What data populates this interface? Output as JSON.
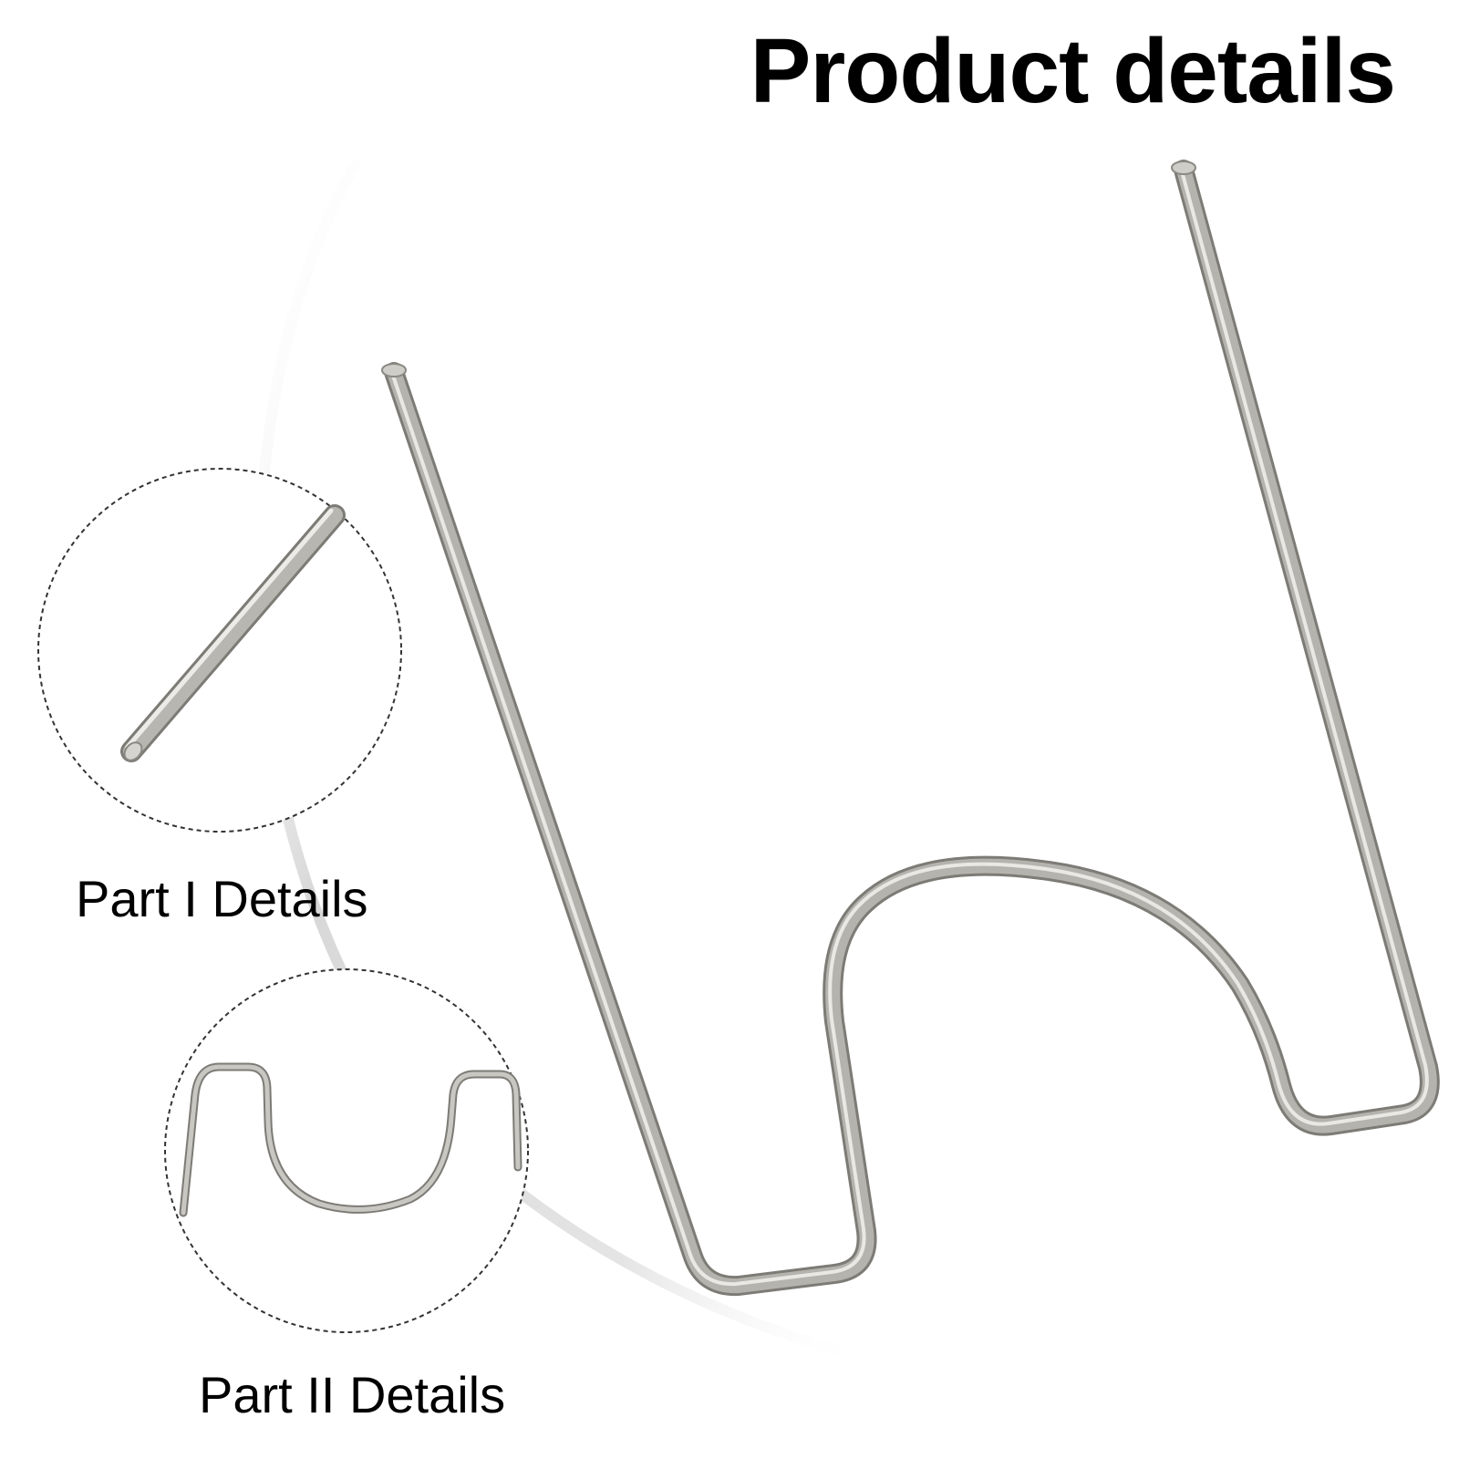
{
  "header": {
    "title": "Product details"
  },
  "details": [
    {
      "label": "Part I Details",
      "icon": "wire-end-detail-icon"
    },
    {
      "label": "Part II Details",
      "icon": "wire-bend-detail-icon"
    }
  ],
  "product": {
    "icon": "staple-wire-icon"
  },
  "colors": {
    "wire": "#b5b3ad",
    "wire_edge": "#7d7b75",
    "wire_highlight": "#e9e8e4",
    "dash_ring": "#333333"
  }
}
